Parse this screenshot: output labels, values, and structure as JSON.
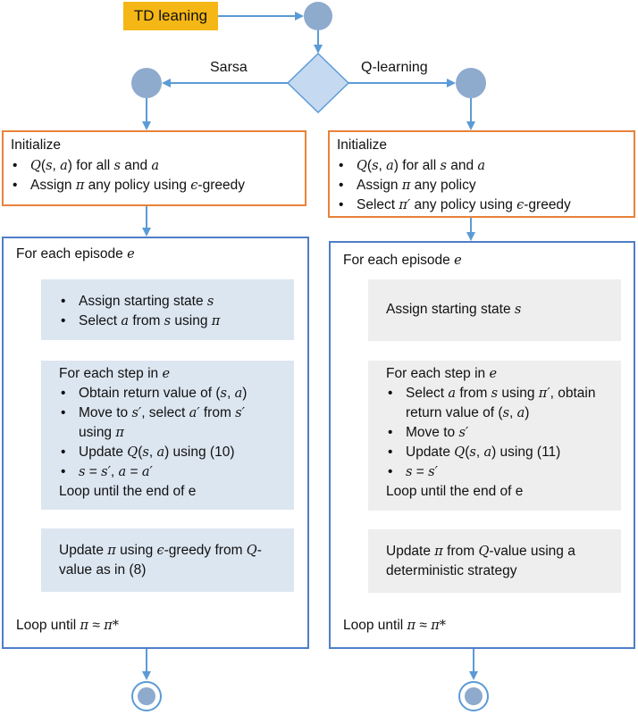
{
  "start": {
    "label": "TD leaning"
  },
  "branches": {
    "left": "Sarsa",
    "right": "Q-learning"
  },
  "sarsa": {
    "init": {
      "title": "Initialize",
      "items": [
        "Q(s, a) for all s and a",
        "Assign π any policy using ϵ-greedy"
      ]
    },
    "episode_label": "For each episode e",
    "start_step": [
      "Assign starting state s",
      "Select a from s using π"
    ],
    "step_box": {
      "title": "For each step in e",
      "items": [
        "Obtain return value of (s, a)",
        "Move to s′, select a′ from s′ using π",
        "Update Q(s, a) using (10)",
        "s = s′, a = a′"
      ],
      "loop": "Loop until the end of e"
    },
    "update": "Update π using ϵ-greedy from Q-value as in (8)",
    "loop_until": "Loop until π ≈ π*"
  },
  "qlearning": {
    "init": {
      "title": "Initialize",
      "items": [
        "Q(s, a) for all s and a",
        "Assign π any policy",
        "Select π′ any policy using ϵ-greedy"
      ]
    },
    "episode_label": "For each episode e",
    "start_step": "Assign starting state s",
    "step_box": {
      "title": "For each step in e",
      "items": [
        "Select a from s using π′, obtain return value of (s, a)",
        "Move to s′",
        "Update Q(s, a) using (11)",
        "s = s′"
      ],
      "loop": "Loop until the end of e"
    },
    "update": "Update π from Q-value using a deterministic strategy",
    "loop_until": "Loop until π ≈ π*"
  },
  "colors": {
    "start": "#f5b716",
    "node": "#8eaacd",
    "arrow": "#5b9bd5",
    "init_border": "#e8823a",
    "loop_border": "#4e7ec9",
    "sarsa_fill": "#dce6f1",
    "q_fill": "#eeeeee",
    "decision": "#c5d9f1"
  }
}
